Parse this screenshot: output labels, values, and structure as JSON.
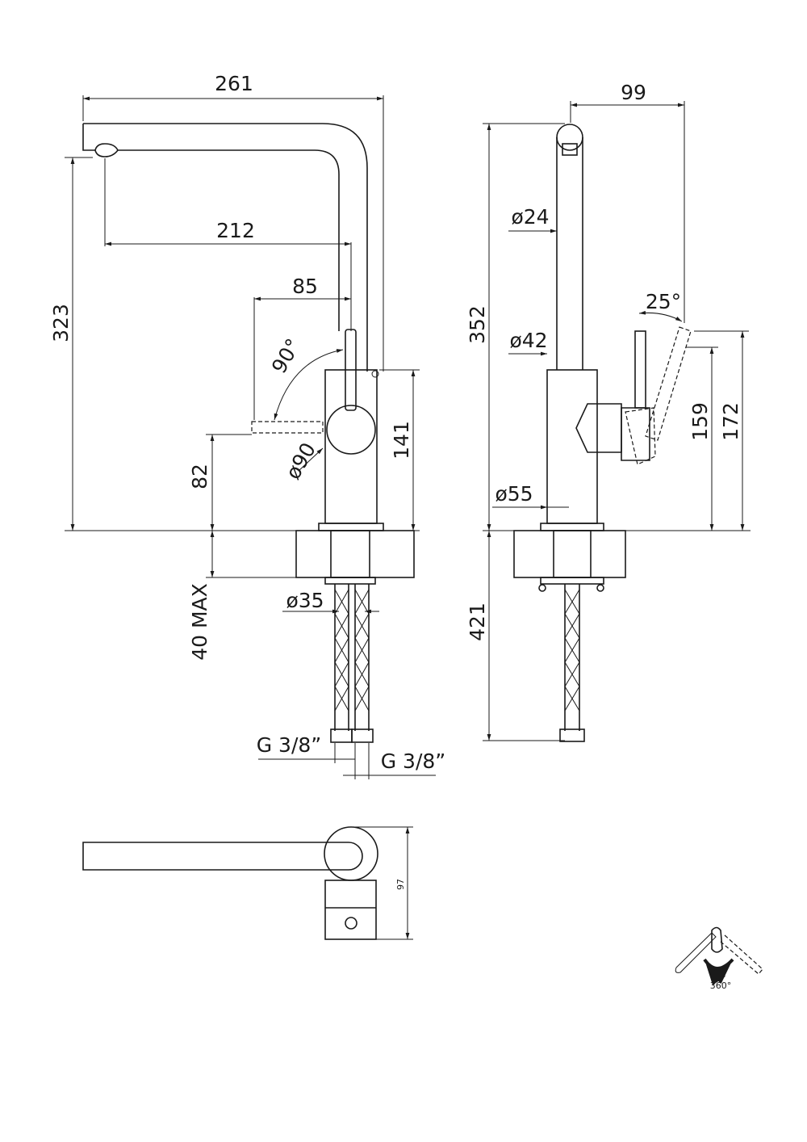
{
  "front_view": {
    "width_total": "261",
    "spout_reach": "212",
    "handle_offset": "85",
    "handle_angle": "90°",
    "height_total": "323",
    "handle_diameter": "ø90",
    "body_height": "141",
    "handle_height": "82",
    "counter_thickness": "40 MAX",
    "shank_diameter": "ø35",
    "connection_left": "G 3/8”",
    "connection_right": "G 3/8”"
  },
  "side_view": {
    "spout_depth": "99",
    "height_total": "352",
    "spout_diameter": "ø24",
    "body_top_diameter": "ø42",
    "base_diameter": "ø55",
    "lever_angle": "25°",
    "lever_height_low": "159",
    "lever_height_high": "172",
    "hose_length": "421"
  },
  "top_view": {
    "depth": "97"
  },
  "rotation_icon": {
    "label": "360°"
  }
}
